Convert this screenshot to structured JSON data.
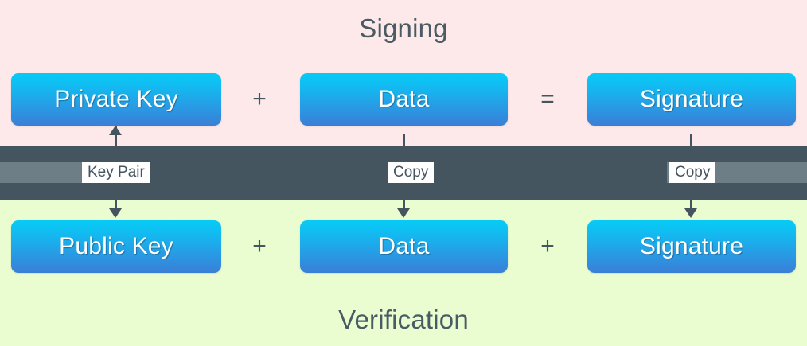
{
  "diagram": {
    "title_signing": "Signing",
    "title_verification": "Verification",
    "colors": {
      "signing_band": "#fde9e9",
      "transfer_band": "#44555f",
      "verification_band": "#e9fdd0",
      "box_gradient_top": "#07cbf5",
      "box_gradient_bottom": "#3a7fd6",
      "text_dark": "#44555f",
      "bar_gray": "#6d7e86",
      "label_background": "#ffffff"
    }
  },
  "signing_row": {
    "boxes": [
      {
        "label": "Private Key"
      },
      {
        "label": "Data"
      },
      {
        "label": "Signature"
      }
    ],
    "operators": [
      "+",
      "="
    ]
  },
  "verification_row": {
    "boxes": [
      {
        "label": "Public Key"
      },
      {
        "label": "Data"
      },
      {
        "label": "Signature"
      }
    ],
    "operators": [
      "+",
      "+"
    ]
  },
  "transfer_band": {
    "labels": [
      {
        "text": "Key Pair"
      },
      {
        "text": "Copy"
      },
      {
        "text": "Copy"
      }
    ]
  }
}
